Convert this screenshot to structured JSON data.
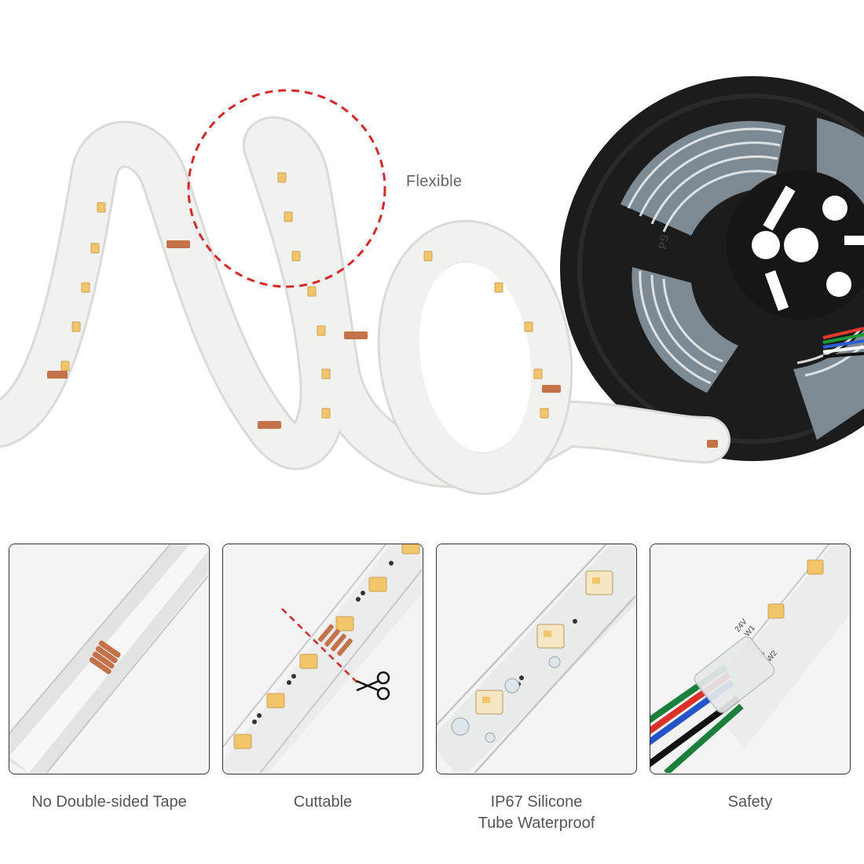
{
  "hero": {
    "callout_label": "Flexible",
    "reel_marking": "PS"
  },
  "features": [
    {
      "line1": "No Double-sided Tape",
      "line2": ""
    },
    {
      "line1": "Cuttable",
      "line2": ""
    },
    {
      "line1": "IP67 Silicone",
      "line2": "Tube Waterproof"
    },
    {
      "line1": "Safety",
      "line2": ""
    }
  ],
  "connector_marks": [
    "24V",
    "W1",
    "G",
    "R",
    "B",
    "W2"
  ],
  "colors": {
    "callout_dash": "#d42a2a",
    "cut_line": "#d42a2a",
    "panel_border": "#333333",
    "reel": "#1c1c1c",
    "strip": "#f1f1ef",
    "led_warm": "#f2c56b",
    "copper_pads": "#c4724a",
    "caption_text": "#555555"
  },
  "icons": [
    "scissors-icon"
  ]
}
